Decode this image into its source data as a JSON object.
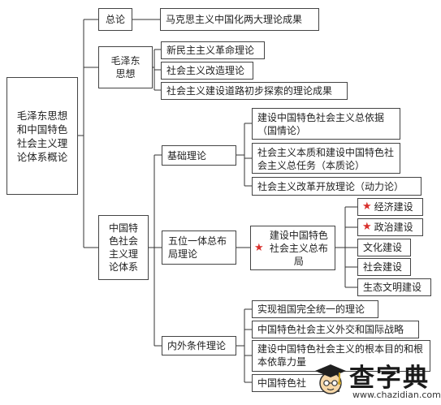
{
  "root": "毛泽东思想和中国特色社会主义理论体系概论",
  "branches": {
    "general": {
      "label": "总论",
      "item": "马克思主义中国化两大理论成果"
    },
    "mao": {
      "label": "毛泽东思想",
      "items": [
        "新民主主义革命理论",
        "社会主义改造理论",
        "社会主义建设道路初步探索的理论成果"
      ]
    },
    "socialism": {
      "label": "中国特色社会主义理论体系",
      "foundation": {
        "label": "基础理论",
        "items": [
          "建设中国特色社会主义总依据（国情论）",
          "社会主义本质和建设中国特色社会主义总任务（本质论）",
          "社会主义改革开放理论（动力论）"
        ]
      },
      "five_in_one": {
        "label": "五位一体总布局理论",
        "middle": "建设中国特色社会主义总布局",
        "items": [
          "经济建设",
          "政治建设",
          "文化建设",
          "社会建设",
          "生态文明建设"
        ]
      },
      "conditions": {
        "label": "内外条件理论",
        "items": [
          "实现祖国完全统一的理论",
          "中国特色社会主义外交和国际战略",
          "建设中国特色社会主义的根本目的和根本依靠力量",
          "中国特色社"
        ]
      }
    }
  },
  "logo": {
    "title": "查字典",
    "url": "www.chazidian.com"
  },
  "colors": {
    "star": "#d9302c",
    "line": "#333333"
  }
}
